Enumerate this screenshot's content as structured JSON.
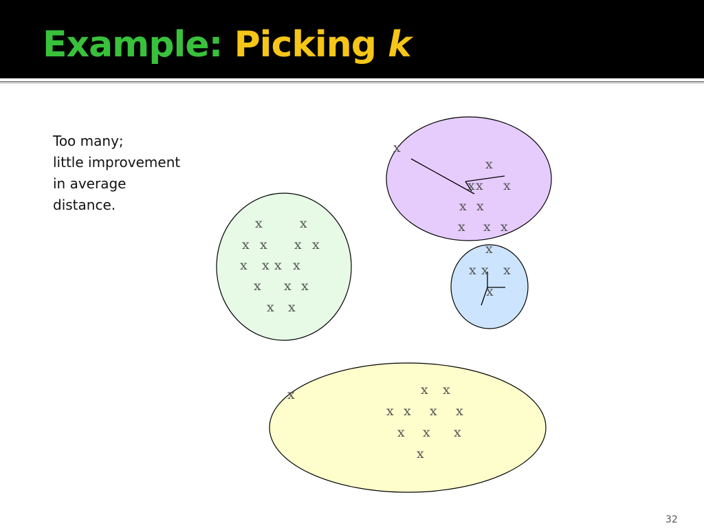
{
  "title": {
    "word1": "Example:",
    "word2": "Picking",
    "word3": "k",
    "colors": {
      "example": "#39c13c",
      "picking": "#f5c518"
    }
  },
  "note": {
    "lines": [
      "Too many;",
      "little improvement",
      "in average",
      "distance."
    ]
  },
  "page_number": "32",
  "point_marker": "x",
  "clusters": {
    "green": {
      "fill": "#e6fae6"
    },
    "purple": {
      "fill": "#e6ccfd"
    },
    "blue": {
      "fill": "#cce4fd"
    },
    "yellow": {
      "fill": "#fefecc"
    }
  }
}
